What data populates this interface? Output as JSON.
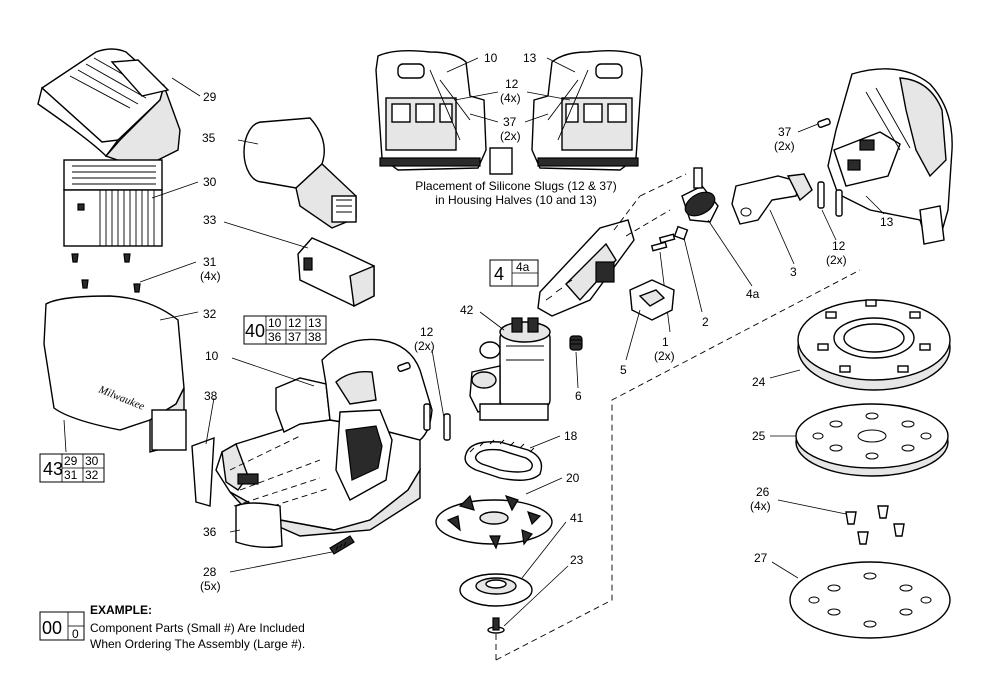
{
  "diagram": {
    "callouts": {
      "c29": "29",
      "c30": "30",
      "c31": "31",
      "c31q": "(4x)",
      "c32": "32",
      "c33": "33",
      "c35": "35",
      "c10": "10",
      "c38": "38",
      "c36": "36",
      "c28": "28",
      "c28q": "(5x)",
      "c12a": "12",
      "c12aq": "(2x)",
      "c42": "42",
      "c6": "6",
      "c18": "18",
      "c20": "20",
      "c41": "41",
      "c23": "23",
      "c5": "5",
      "c1": "1",
      "c1q": "(2x)",
      "c2": "2",
      "c4a": "4a",
      "c3": "3",
      "c12b": "12",
      "c12bq": "(2x)",
      "c37": "37",
      "c37q": "(2x)",
      "c13": "13",
      "c24": "24",
      "c25": "25",
      "c26": "26",
      "c26q": "(4x)",
      "c27": "27",
      "top10": "10",
      "top13": "13",
      "top12": "12",
      "top12q": "(4x)",
      "top37": "37",
      "top37q": "(2x)"
    },
    "caption_line1": "Placement of Silicone Slugs (12 & 37)",
    "caption_line2": "in Housing Halves (10 and 13)",
    "assembly_40": {
      "main": "40",
      "subs": [
        "10",
        "12",
        "13",
        "36",
        "37",
        "38"
      ]
    },
    "assembly_43": {
      "main": "43",
      "subs": [
        "29",
        "30",
        "31",
        "32"
      ]
    },
    "assembly_4": {
      "main": "4",
      "subs": [
        "4a"
      ]
    },
    "example": {
      "main": "00",
      "sub": "0",
      "title": "EXAMPLE:",
      "line1": "Component Parts (Small #) Are Included",
      "line2": "When Ordering The Assembly (Large #)."
    },
    "brand_text": "Milwaukee"
  }
}
